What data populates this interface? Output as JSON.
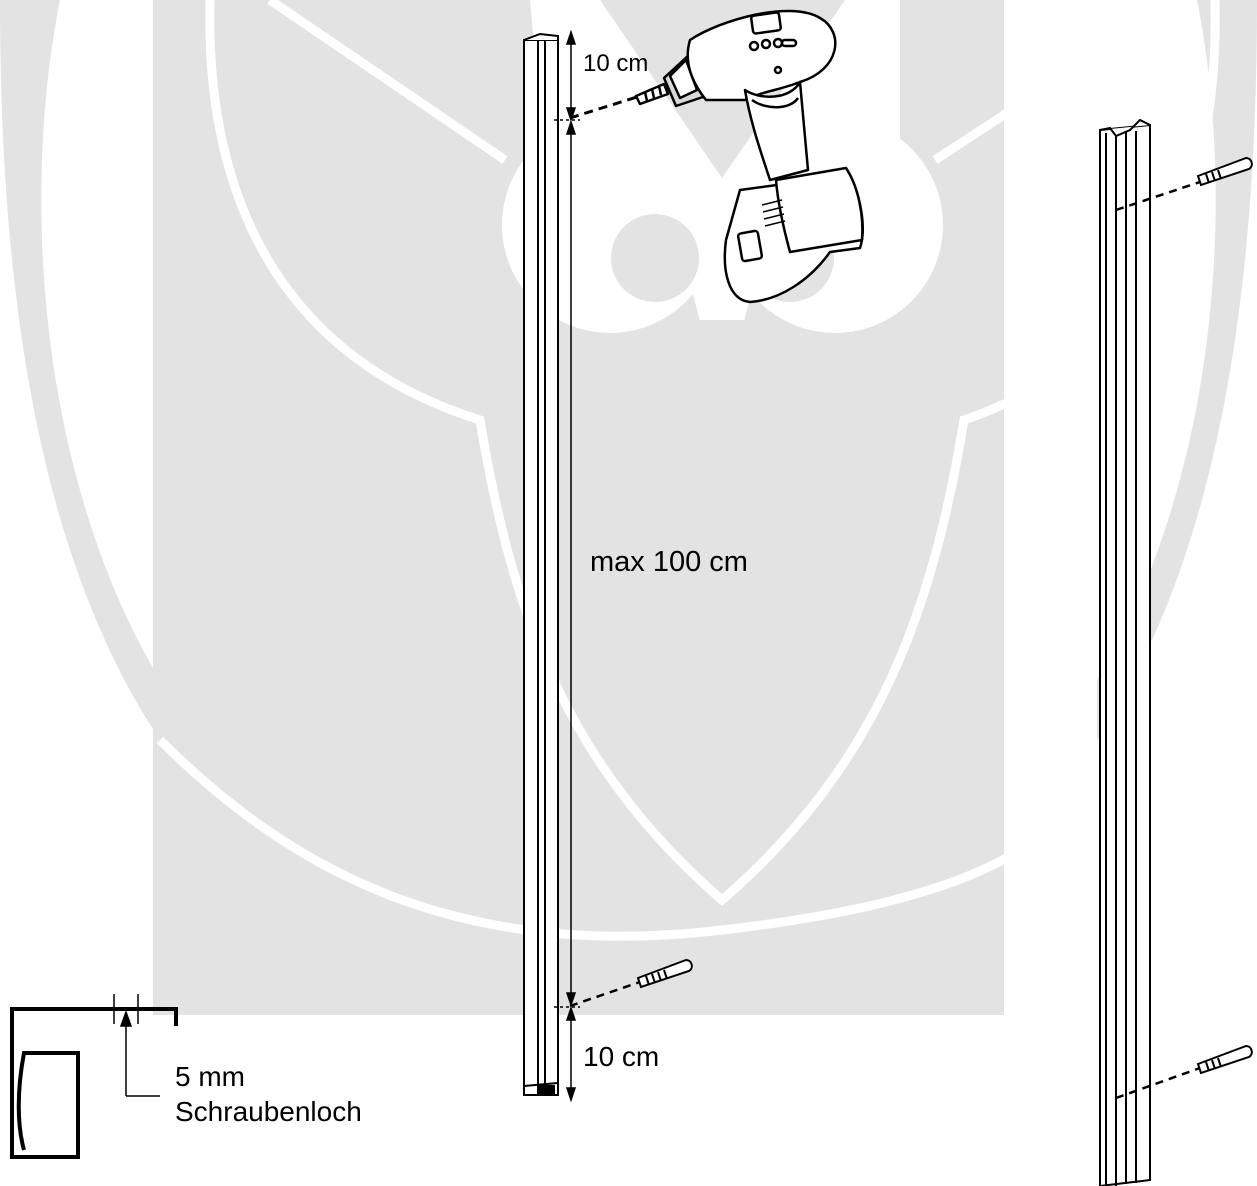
{
  "diagram": {
    "dimension_top": "10 cm",
    "dimension_span": "max 100 cm",
    "dimension_bottom": "10 cm",
    "detail": {
      "hole_size": "5 mm",
      "hole_label": "Schraubenloch"
    }
  },
  "colors": {
    "background": "#ffffff",
    "watermark": "#e3e3e3",
    "line": "#000000"
  },
  "icons": [
    "owl-watermark",
    "cordless-drill-icon",
    "wall-plug-icon",
    "profile-cross-section"
  ]
}
